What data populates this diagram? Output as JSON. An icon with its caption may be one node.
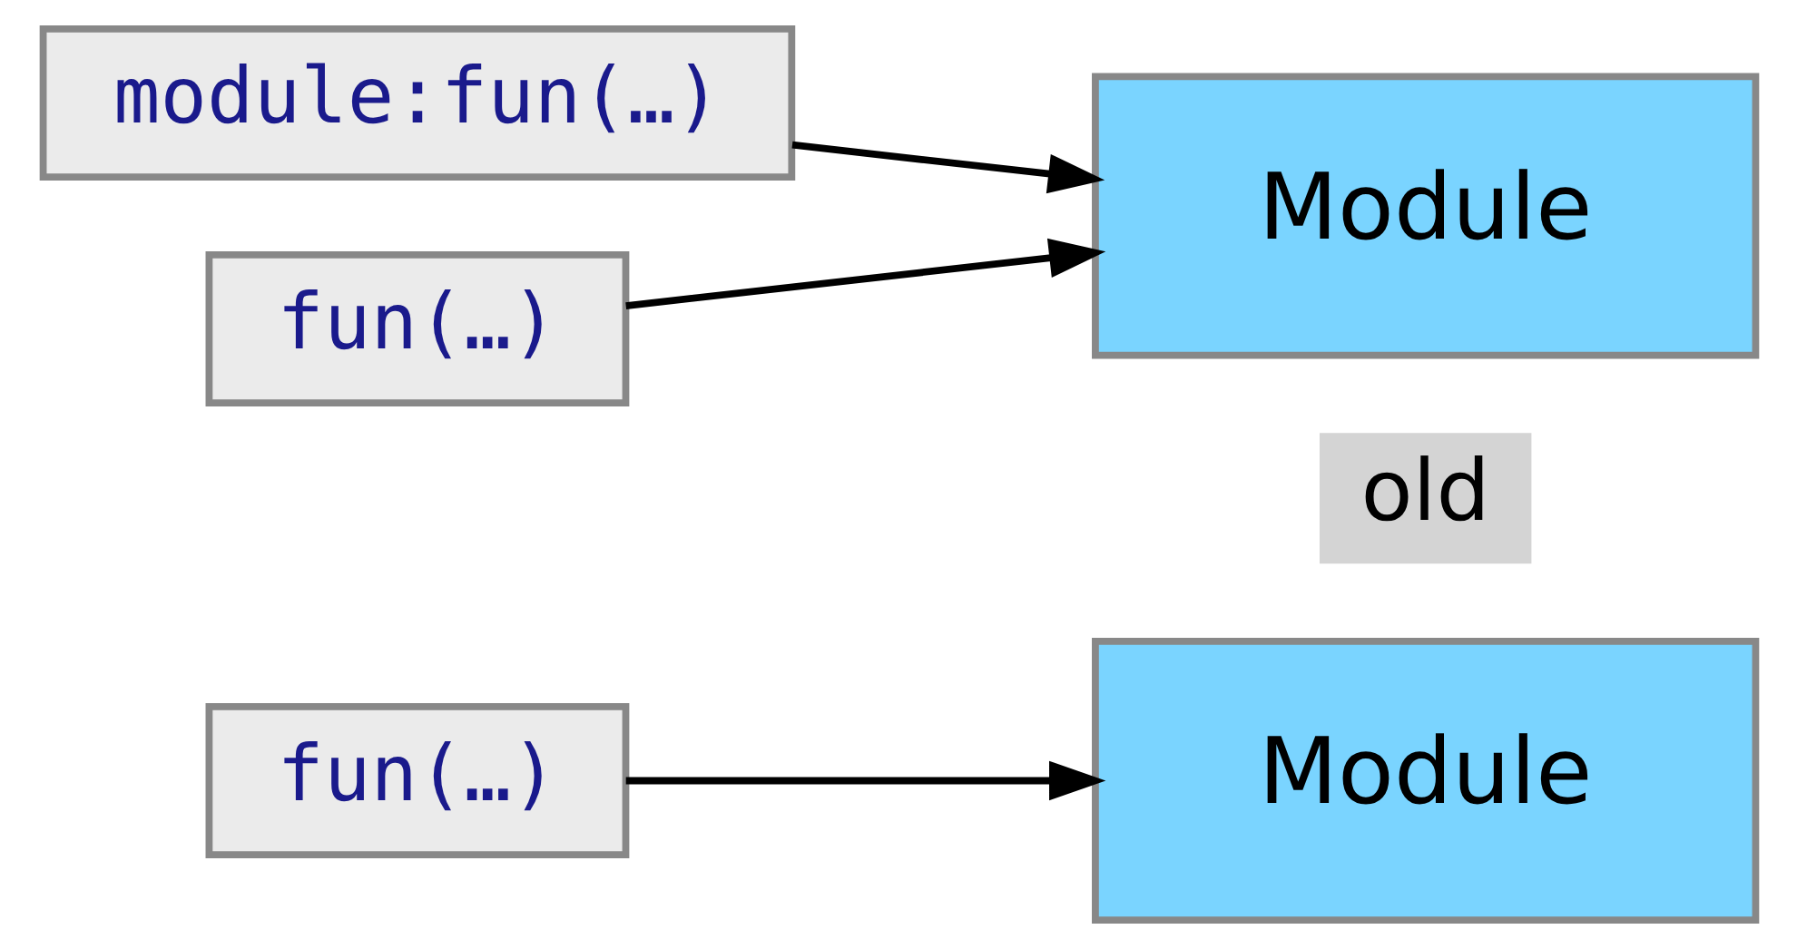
{
  "diagram": {
    "nodes": [
      {
        "text": [
          "fun(…)"
        ]
      },
      {
        "text": [
          "old"
        ]
      },
      {
        "text": [
          "Module"
        ]
      },
      {
        "text": [
          "module:fun(…)"
        ]
      },
      {
        "text": [
          "fun(…)"
        ]
      },
      {
        "text": [
          "Module"
        ]
      }
    ],
    "edges": [
      {
        "from": 0,
        "to": 2,
        "arrow": "to"
      },
      {
        "from": 3,
        "to": 5,
        "arrow": "to"
      },
      {
        "from": 4,
        "to": 5,
        "arrow": "to"
      }
    ]
  }
}
